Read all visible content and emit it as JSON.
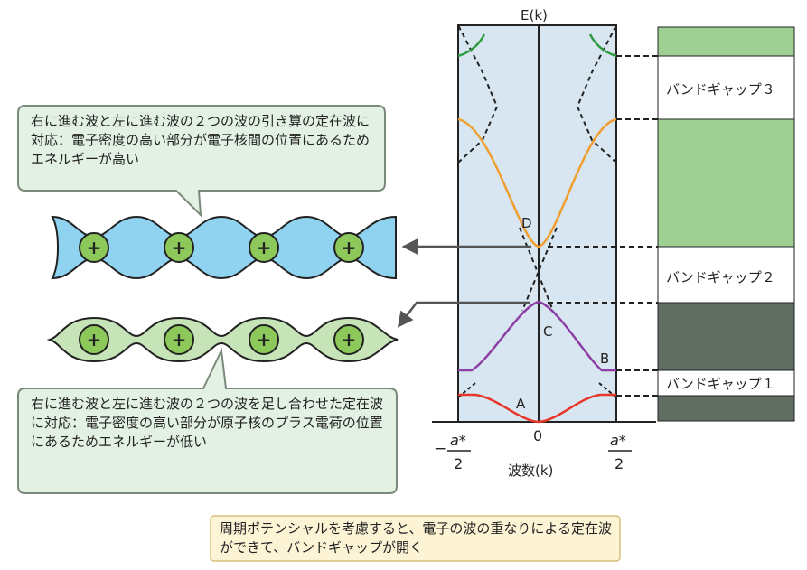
{
  "plot": {
    "y_axis_label": "E(k)",
    "x_axis_label": "波数(k)",
    "zero_label": "0",
    "left_edge_label": {
      "sign": "−",
      "numerator": "a*",
      "denominator": "2"
    },
    "right_edge_label": {
      "numerator": "a*",
      "denominator": "2"
    },
    "points": [
      "A",
      "B",
      "C",
      "D"
    ]
  },
  "band_bar": {
    "labels": [
      "バンドギャップ３",
      "バンドギャップ２",
      "バンドギャップ１"
    ],
    "colors": {
      "band_light": "#9dd092",
      "band_dark": "#5f6d63",
      "panel": "#d7e6f0"
    }
  },
  "waves": {
    "charge_symbol": "+",
    "upper_color": "#8fd3f0",
    "lower_color": "#c6e4b8"
  },
  "callouts": {
    "upper": "右に進む波と左に進む波の２つの波の引き算の定在波に対応：電子密度の高い部分が電子核間の位置にあるためエネルギーが高い",
    "lower": "右に進む波と左に進む波の２つの波を足し合わせた定在波に対応：電子密度の高い部分が原子核のプラス電荷の位置にあるためエネルギーが低い",
    "bottom": "周期ポテンシャルを考慮すると、電子の波の重なりによる定在波ができて、バンドギャップが開く"
  }
}
